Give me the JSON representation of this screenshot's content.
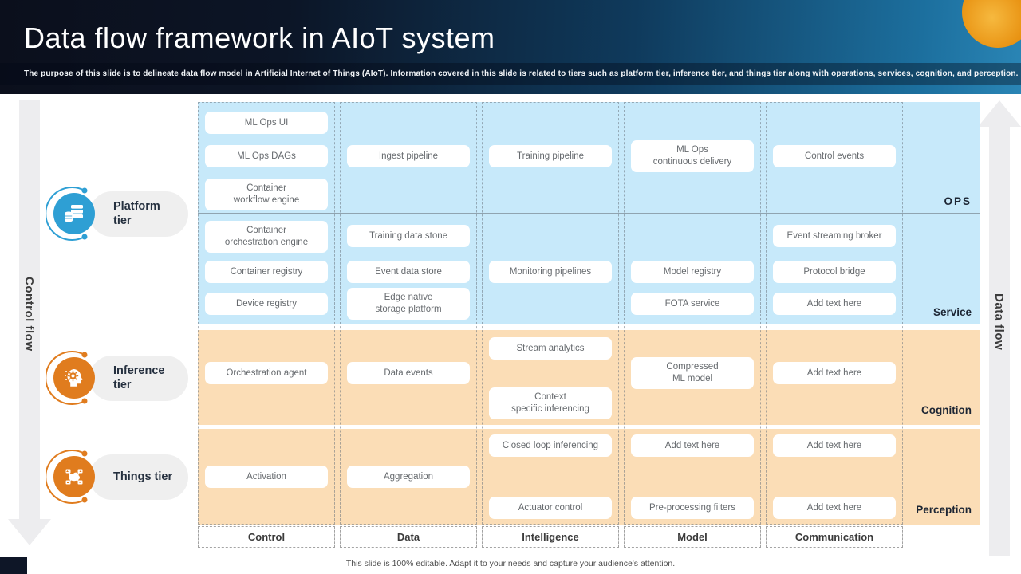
{
  "header": {
    "title": "Data flow framework in AIoT system",
    "subtitle": "The purpose of this slide is to delineate data flow model in  Artificial Internet of Things (AIoT). Information  covered in this slide is related to tiers such as platform tier, inference tier, and things tier along with operations, services, cognition, and perception."
  },
  "flow_labels": {
    "left": "Control flow",
    "right": "Data flow"
  },
  "tiers": {
    "platform": {
      "label": "Platform\ntier"
    },
    "inference": {
      "label": "Inference\ntier"
    },
    "things": {
      "label": "Things tier"
    }
  },
  "row_labels": {
    "ops": "OPS",
    "service": "Service",
    "cognition": "Cognition",
    "perception": "Perception"
  },
  "column_labels": [
    "Control",
    "Data",
    "Intelligence",
    "Model",
    "Communication"
  ],
  "nodes": {
    "ops": {
      "control": [
        "ML Ops UI",
        "ML Ops  DAGs",
        "Container\nworkflow engine"
      ],
      "data": [
        "Ingest pipeline"
      ],
      "intelligence": [
        "Training pipeline"
      ],
      "model": [
        "ML Ops\ncontinuous delivery"
      ],
      "communication": [
        "Control events"
      ]
    },
    "service": {
      "control": [
        "Container\norchestration engine",
        "Container registry",
        "Device registry"
      ],
      "data": [
        "Training data stone",
        "Event data store",
        "Edge native\nstorage platform"
      ],
      "intelligence": [
        "Monitoring pipelines"
      ],
      "model": [
        "Model registry",
        "FOTA service"
      ],
      "communication": [
        "Event streaming broker",
        "Protocol bridge",
        "Add text here"
      ]
    },
    "cognition": {
      "control": [
        "Orchestration agent"
      ],
      "data": [
        "Data events"
      ],
      "intelligence": [
        "Stream analytics",
        "Context\nspecific inferencing"
      ],
      "model": [
        "Compressed\nML model"
      ],
      "communication": [
        "Add text here"
      ]
    },
    "perception": {
      "control": [
        "Activation"
      ],
      "data": [
        "Aggregation"
      ],
      "intelligence": [
        "Closed loop inferencing",
        "Actuator control"
      ],
      "model": [
        "Add text here",
        "Pre-processing filters"
      ],
      "communication": [
        "Add text here",
        "Add text here"
      ]
    }
  },
  "footer": "This slide is 100% editable. Adapt it to your needs and capture your audience's attention.",
  "colors": {
    "platform_accent": "#2e9fd4",
    "things_accent": "#e07c1e",
    "ops_service_band": "#c7e9fa",
    "cognition_perception_band": "#fbddb6",
    "header_blue": "#1c6f9e",
    "header_orange": "#e99414"
  }
}
